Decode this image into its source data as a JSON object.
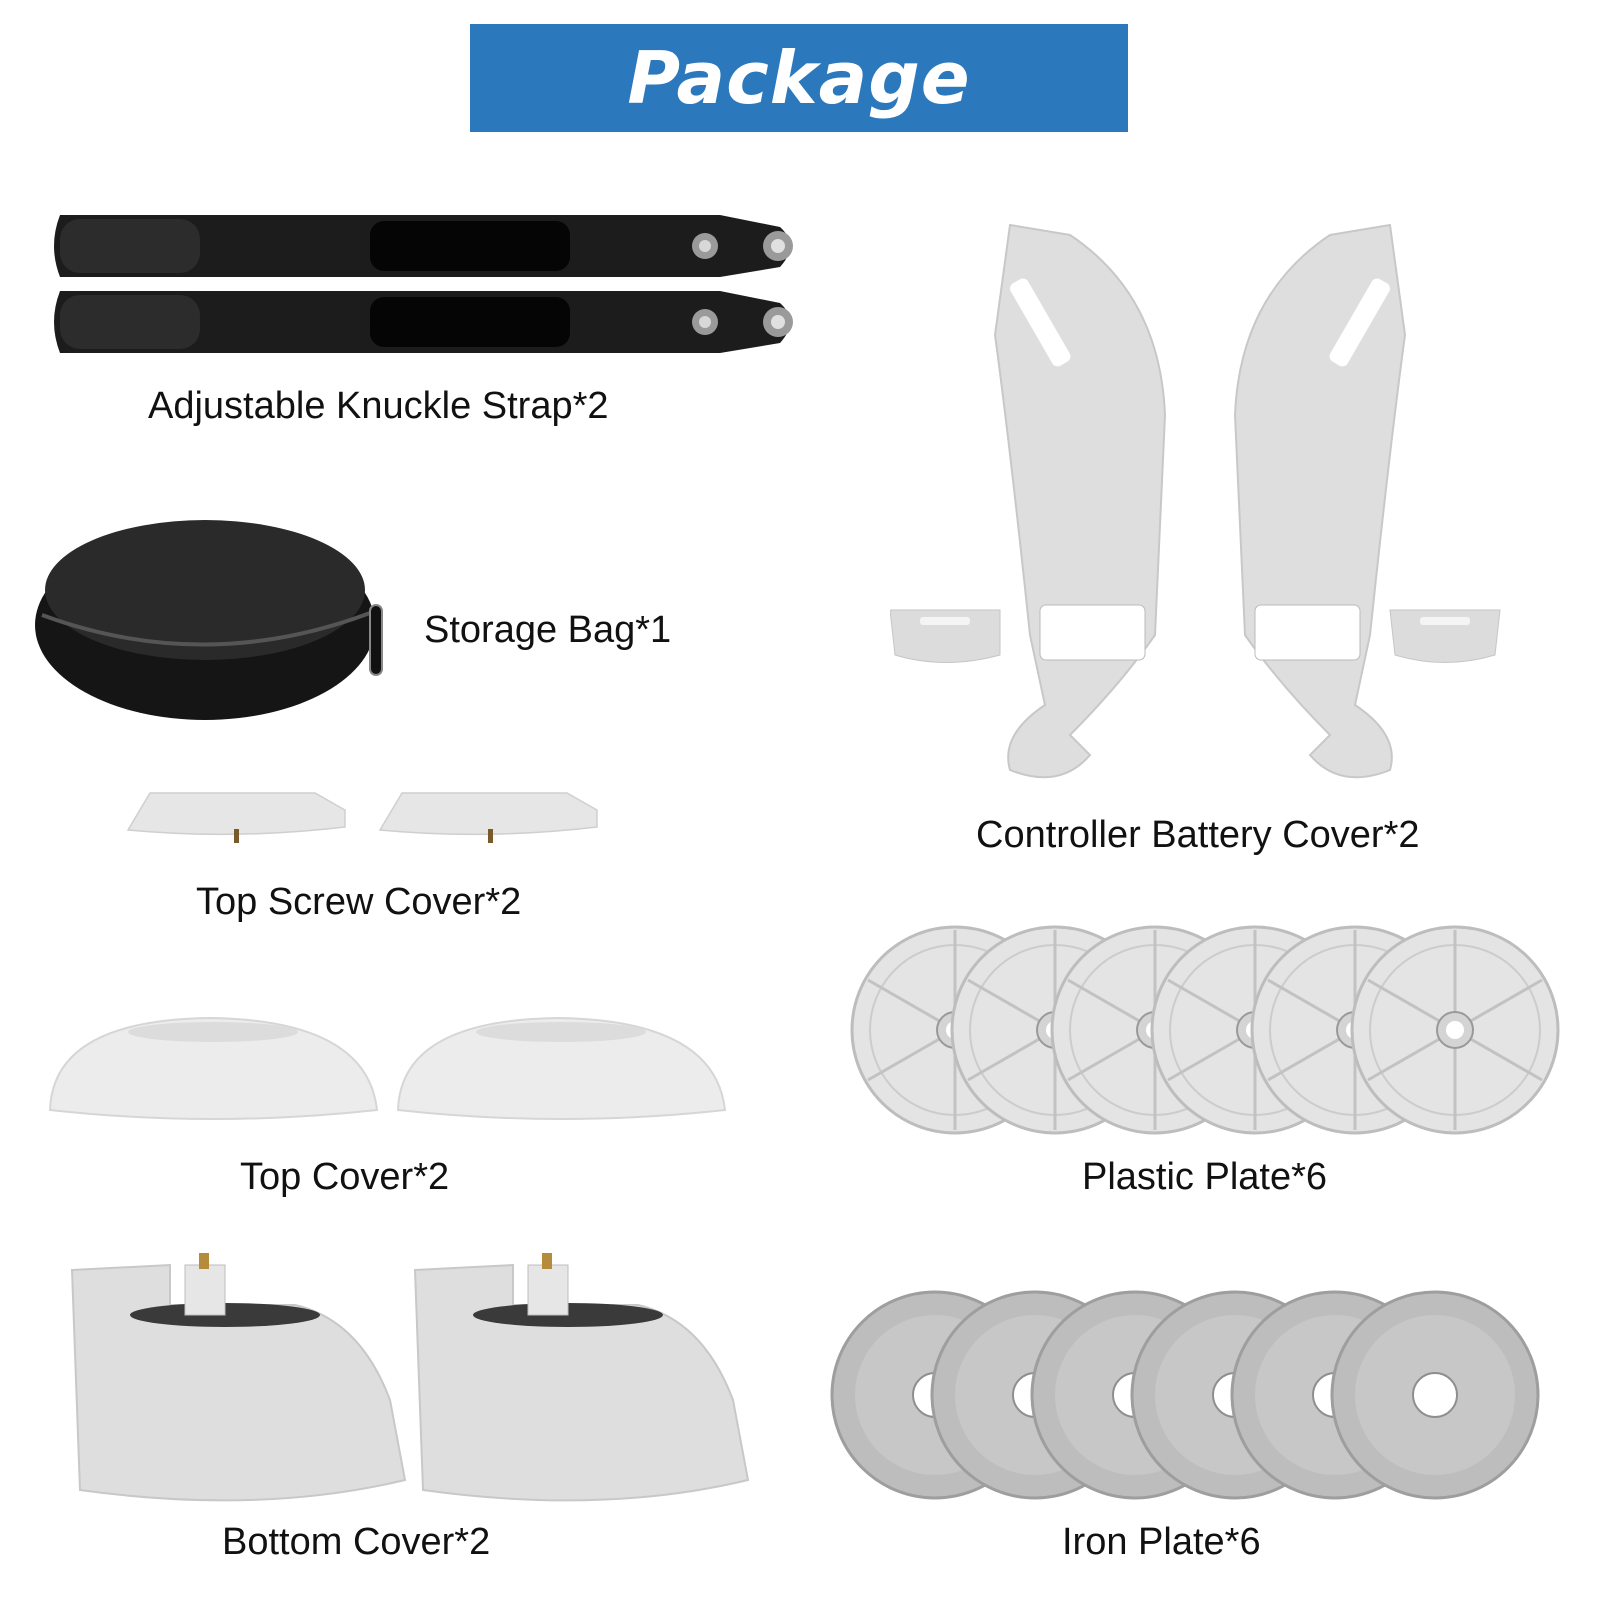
{
  "header": {
    "title": "Package Included"
  },
  "items": [
    {
      "label": "Adjustable Knuckle Strap*2"
    },
    {
      "label": "Storage Bag*1"
    },
    {
      "label": "Top Screw Cover*2"
    },
    {
      "label": "Top Cover*2"
    },
    {
      "label": "Bottom Cover*2"
    },
    {
      "label": "Controller Battery Cover*2"
    },
    {
      "label": "Plastic Plate*6"
    },
    {
      "label": "Iron Plate*6"
    }
  ],
  "colors": {
    "banner": "#2b78bd",
    "banner_text": "#ffffff",
    "label": "#111111"
  }
}
